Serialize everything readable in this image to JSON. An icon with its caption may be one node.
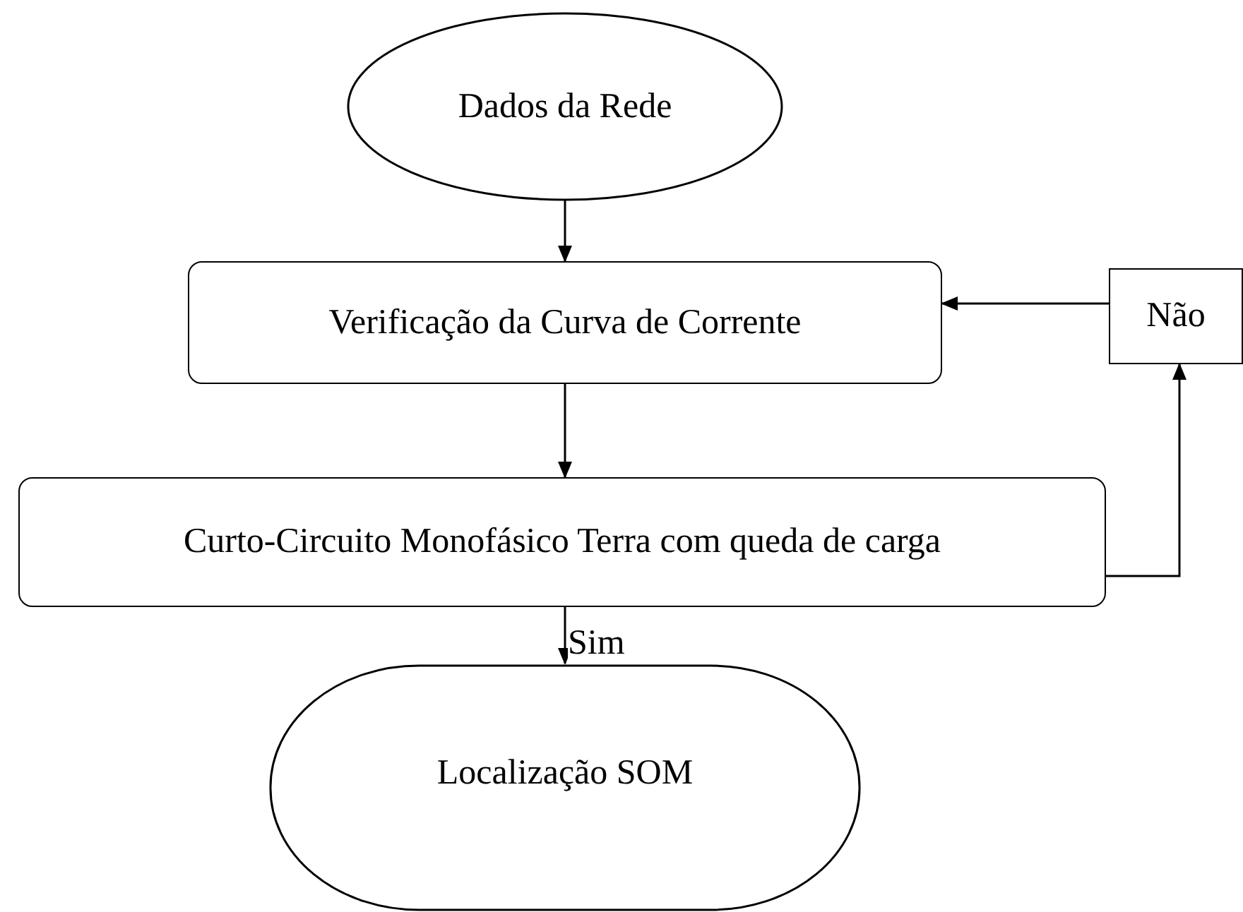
{
  "diagram": {
    "nodes": [
      {
        "text": [
          "Dados da Rede"
        ]
      },
      {
        "text": [
          "Verificação da Curva de Corrente"
        ]
      },
      {
        "text": [
          "Não"
        ]
      },
      {
        "text": [
          "Curto-Circuito Monofásico Terra com queda de carga"
        ]
      },
      {
        "text": [
          "Localização SOM"
        ]
      }
    ],
    "edges": [
      {
        "from": 0,
        "to": 1,
        "arrow": "to"
      },
      {
        "from": 1,
        "to": 3,
        "arrow": "to"
      },
      {
        "from": 3,
        "to": 2,
        "arrow": "to"
      },
      {
        "from": 2,
        "to": 1,
        "arrow": "to"
      },
      {
        "from": 3,
        "to": 4,
        "arrow": "to",
        "label": "Sim"
      }
    ]
  }
}
